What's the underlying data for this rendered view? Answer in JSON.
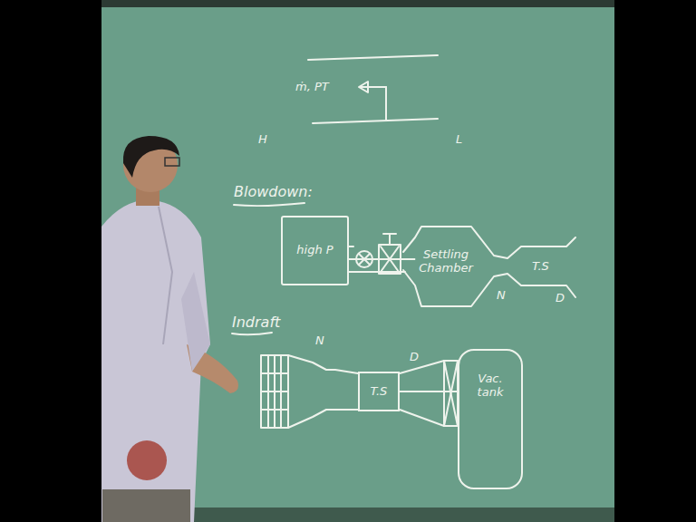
{
  "diagram": {
    "nodes": [
      {
        "text": [
          "high P"
        ]
      },
      {
        "text": [
          "Settling Chamber"
        ]
      },
      {
        "text": [
          "T.S"
        ]
      },
      {
        "text": [
          "Vac. tank"
        ]
      }
    ],
    "edges": [
      {
        "from": 0,
        "to": 1,
        "arrow": "none"
      },
      {
        "from": 2,
        "to": 3,
        "arrow": "none"
      }
    ],
    "labels": [
      "ṁ, PT",
      "H",
      "L",
      "Blowdown:",
      "N",
      "T.S",
      "D",
      "Indraft",
      "N",
      "D"
    ]
  }
}
